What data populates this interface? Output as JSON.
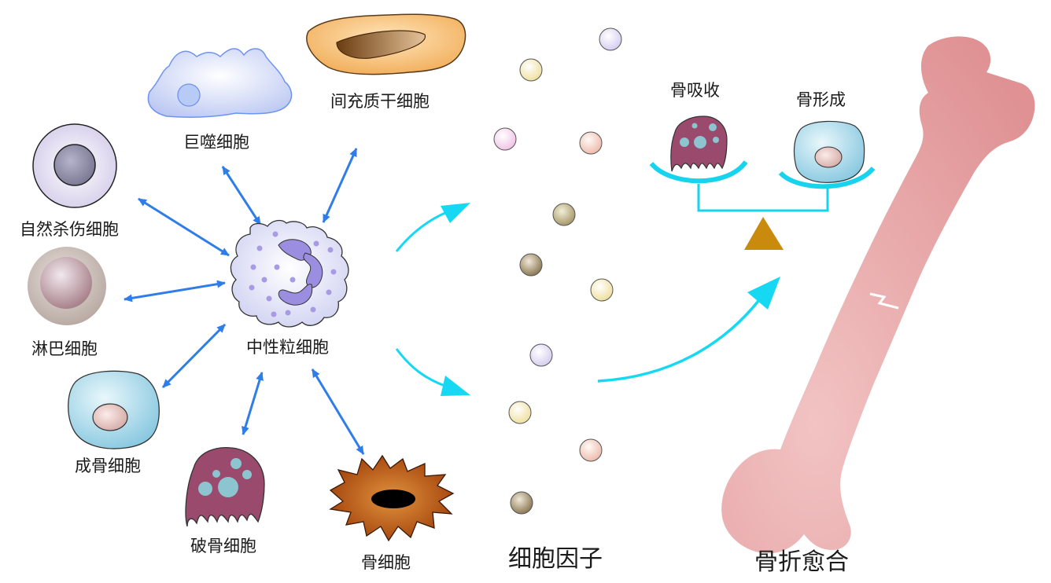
{
  "labels": {
    "mesenchymal": "间充质干细胞",
    "macrophage": "巨噬细胞",
    "nk": "自然杀伤细胞",
    "lymphocyte": "淋巴细胞",
    "neutrophil": "中性粒细胞",
    "osteoblast": "成骨细胞",
    "osteoclast": "破骨细胞",
    "osteocyte": "骨细胞",
    "cytokines": "细胞因子",
    "fracture_healing": "骨折愈合",
    "bone_resorption": "骨吸收",
    "bone_formation": "骨形成"
  },
  "colors": {
    "arrow_blue": "#2f7de8",
    "arrow_cyan": "#16d8f2",
    "balance": "#17d3ee",
    "fulcrum": "#c98a0e",
    "bone": "#e6999b",
    "osteoclast": "#9a4a6c",
    "osteoblast": "#a9d8ea"
  }
}
